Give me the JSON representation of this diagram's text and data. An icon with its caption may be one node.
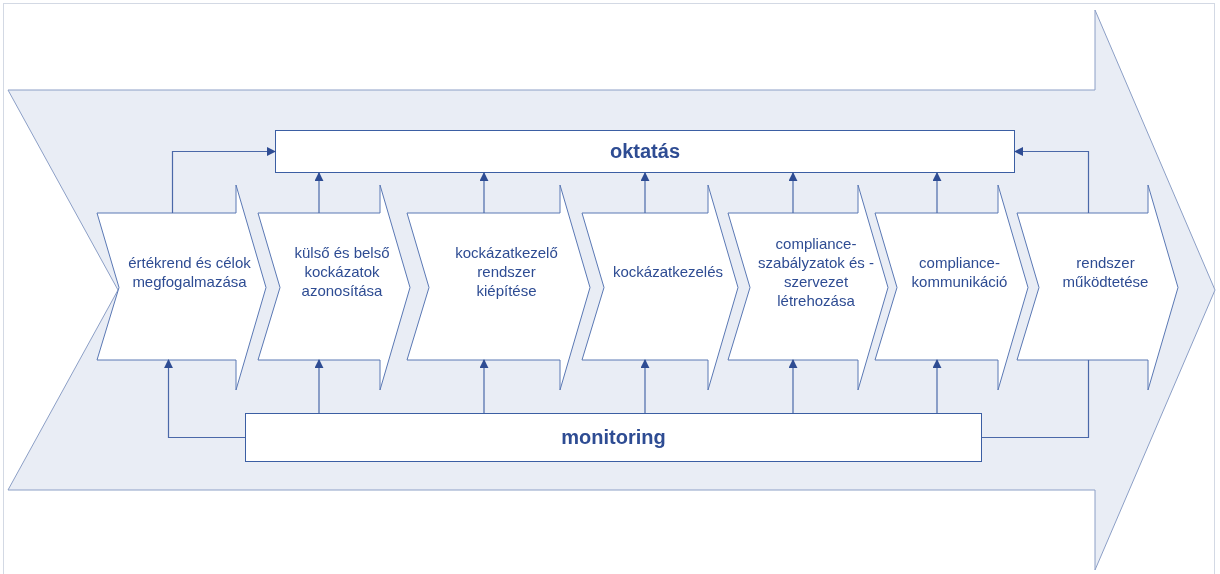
{
  "diagram": {
    "nodes": [
      {
        "text": [],
        "shape": "arrow"
      },
      {
        "text": [
          "oktatás"
        ],
        "in": 0
      },
      {
        "text": [
          "értékrend és célok megfogalmazása"
        ],
        "in": 0
      },
      {
        "text": [
          "külső és belső kockázatok azonosítása"
        ],
        "in": 0
      },
      {
        "text": [
          "kockázatkezelő rendszer kiépítése"
        ],
        "in": 0
      },
      {
        "text": [
          "kockázatkezelés"
        ],
        "in": 0
      },
      {
        "text": [
          "compliance-szabályzatok és -szervezet létrehozása"
        ],
        "in": 0
      },
      {
        "text": [
          "compliance-kommunikáció"
        ],
        "in": 0
      },
      {
        "text": [
          "rendszer működtetése"
        ],
        "in": 0
      },
      {
        "text": [
          "monitoring"
        ],
        "in": 0
      }
    ],
    "edges": [
      {
        "from": 2,
        "to": 1,
        "arrow": "to"
      },
      {
        "from": 3,
        "to": 1,
        "arrow": "to"
      },
      {
        "from": 4,
        "to": 1,
        "arrow": "to"
      },
      {
        "from": 5,
        "to": 1,
        "arrow": "to"
      },
      {
        "from": 6,
        "to": 1,
        "arrow": "to"
      },
      {
        "from": 7,
        "to": 1,
        "arrow": "to"
      },
      {
        "from": 8,
        "to": 1,
        "arrow": "to"
      },
      {
        "from": 9,
        "to": 2,
        "arrow": "to"
      },
      {
        "from": 9,
        "to": 3,
        "arrow": "to"
      },
      {
        "from": 9,
        "to": 4,
        "arrow": "to"
      },
      {
        "from": 9,
        "to": 5,
        "arrow": "to"
      },
      {
        "from": 9,
        "to": 6,
        "arrow": "to"
      },
      {
        "from": 9,
        "to": 7,
        "arrow": "to"
      },
      {
        "from": 8,
        "to": 9,
        "arrow": "none"
      }
    ]
  }
}
